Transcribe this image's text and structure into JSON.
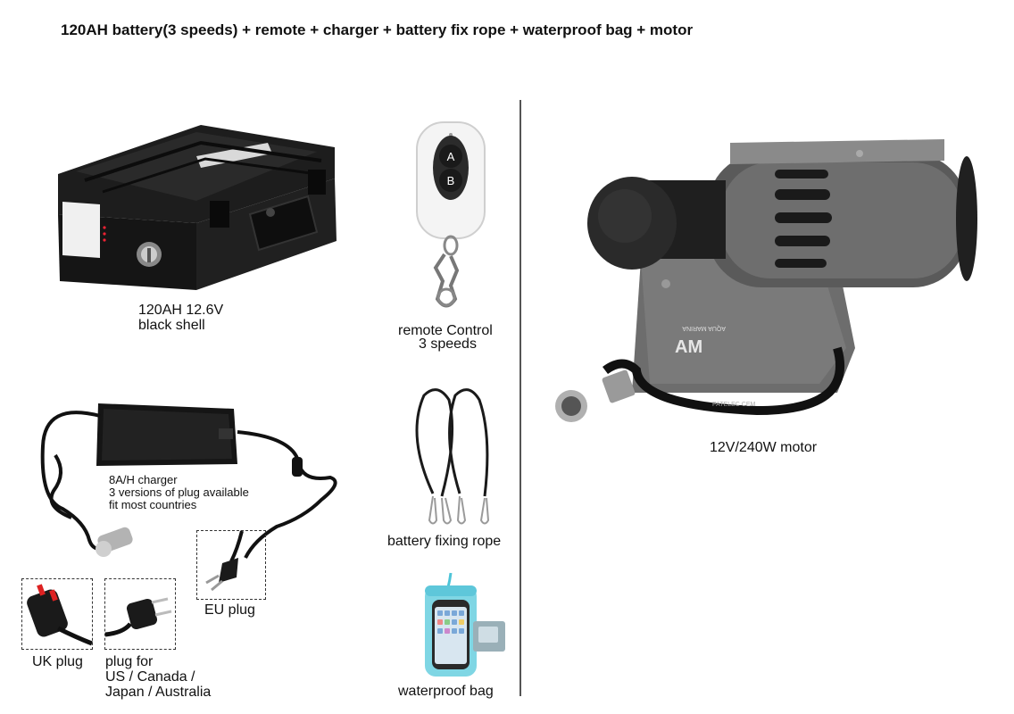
{
  "header": {
    "title": "120AH battery(3 speeds) + remote + charger + battery fix rope + waterproof bag + motor"
  },
  "battery": {
    "caption_line1": "120AH 12.6V",
    "caption_line2": "black shell"
  },
  "remote": {
    "button_a": "A",
    "button_b": "B",
    "caption_line1": "remote Control",
    "caption_line2": "3 speeds"
  },
  "charger": {
    "desc_line1": "8A/H charger",
    "desc_line2": "3 versions of plug available",
    "desc_line3": "fit most countries"
  },
  "plugs": {
    "eu_label": "EU plug",
    "uk_label": "UK plug",
    "us_line1": "plug for",
    "us_line2": "US / Canada /",
    "us_line3": "Japan / Australia"
  },
  "rope": {
    "caption": "battery fixing rope"
  },
  "bag": {
    "caption": "waterproof bag"
  },
  "motor": {
    "caption": "12V/240W motor",
    "brand_text": "AQUA MARINA",
    "cable_text": "PATELEC CEM"
  }
}
